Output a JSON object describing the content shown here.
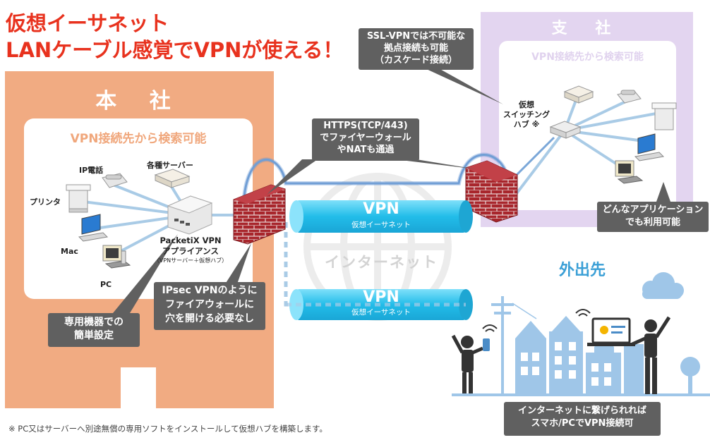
{
  "title": {
    "line1": "仮想イーサネット",
    "line2": "LANケーブル感覚でVPNが使える！"
  },
  "headquarters": {
    "title": "本 社",
    "inner_label": "VPN接続先から検索可能",
    "devices": {
      "ip_phone": "IP電話",
      "servers": "各種サーバー",
      "printer": "プリンタ",
      "mac": "Mac",
      "pc": "PC"
    },
    "appliance": {
      "line1": "PacketiX VPN",
      "line2": "アプライアンス",
      "line3": "（VPNサーバー＋仮想ハブ）"
    }
  },
  "branch": {
    "title": "支 社",
    "inner_label": "VPN接続先から検索可能",
    "switch_label": {
      "line1": "仮想",
      "line2": "スイッチング",
      "line3": "ハブ ※"
    }
  },
  "callouts": {
    "ssl": [
      "SSL-VPNでは不可能な",
      "拠点接続も可能",
      "（カスケード接続）"
    ],
    "https": [
      "HTTPS(TCP/443)",
      "でファイヤーウォール",
      "やNATも通過"
    ],
    "ipsec": [
      "IPsec VPNのように",
      "ファイアウォールに",
      "穴を開ける必要なし"
    ],
    "appliance": [
      "専用機器での",
      "簡単設定"
    ],
    "apps": [
      "どんなアプリケーション",
      "でも利用可能"
    ],
    "mobile": [
      "インターネットに繋げられれば",
      "スマホ/PCでVPN接続可"
    ]
  },
  "tunnels": {
    "top": {
      "label": "VPN",
      "sub": "仮想イーサネット"
    },
    "bottom": {
      "label": "VPN",
      "sub": "仮想イーサネット"
    }
  },
  "internet_label": "インターネット",
  "outside_label": "外出先",
  "footnote": "※ PC又はサーバーへ別途無償の専用ソフトをインストールして仮想ハブを構築します。",
  "colors": {
    "title_red": "#e8321e",
    "hq_orange": "#f1ab82",
    "branch_purple": "#e3d5f0",
    "tunnel_blue": "#2fc7ef",
    "link_blue": "#a9cbe6",
    "callout_gray": "#606060",
    "outside_blue": "#3a9fd6"
  }
}
